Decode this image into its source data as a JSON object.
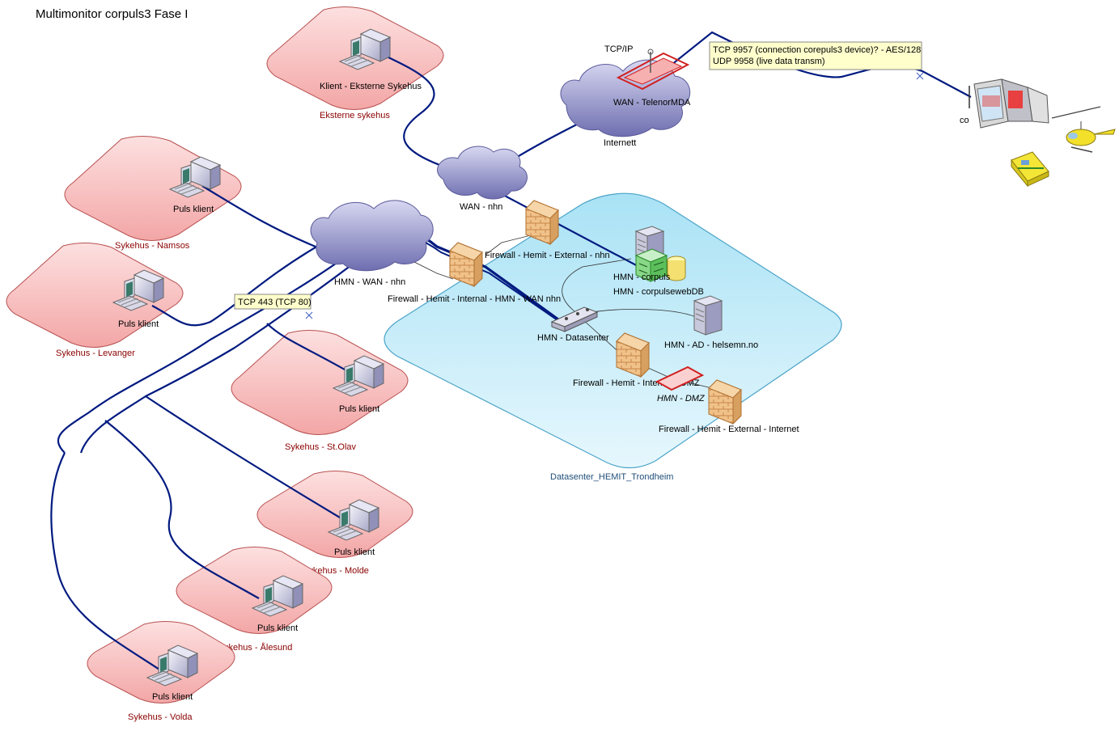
{
  "title": "Multimonitor corpuls3 Fase I",
  "zones": {
    "ekst": "Eksterne sykehus",
    "namsos": "Sykehus - Namsos",
    "levanger": "Sykehus - Levanger",
    "stolav": "Sykehus - St.Olav",
    "molde": "Sykehus - Molde",
    "alesund": "Sukehus - Ålesund",
    "volda": "Sykehus - Volda",
    "datacenter": "Datasenter_HEMIT_Trondheim"
  },
  "clients": {
    "ekst": "Klient - Eksterne Sykehus",
    "namsos": "Puls klient",
    "levanger": "Puls klient",
    "stolav": "Puls klient",
    "molde": "Puls klient",
    "alesund": "Puls klient",
    "volda": "Puls klient"
  },
  "clouds": {
    "wan_nhn": "WAN - nhn",
    "hmn_wan": "HMN - WAN - nhn",
    "wan_telenor": "WAN - TelenorMDA",
    "internett": "Internett"
  },
  "firewalls": {
    "ext_nhn": "Firewall - Hemit - External - nhn",
    "int_hmn": "Firewall - Hemit - Internal - HMN - WAN nhn",
    "int_dmz": "Firewall - Hemit - Internal - DMZ",
    "ext_internet": "Firewall - Hemit - External - Internet"
  },
  "nodes": {
    "datasenter": "HMN - Datasenter",
    "ad": "HMN - AD - helsemn.no",
    "dmz": "HMN - DMZ",
    "corpuls_a": "HMN - corpuls",
    "corpuls_b": "HMN - corpulsewebDB",
    "tcpip": "TCP/IP",
    "device": "co"
  },
  "notes": {
    "tcp443": "TCP 443 (TCP 80)",
    "tcp9957": "TCP 9957 (connection corepuls3 device)? - AES/128",
    "udp9958": "UDP 9958 (live data transm)"
  },
  "colors": {
    "zone_fill": "#f7b8b8",
    "zone_stroke": "#b85050",
    "dc_fill": "#c8ecf7",
    "dc_stroke": "#4aa3c8",
    "link": "#001a80",
    "cloud": "#8c8cc8",
    "note_fill": "#ffffcc"
  }
}
